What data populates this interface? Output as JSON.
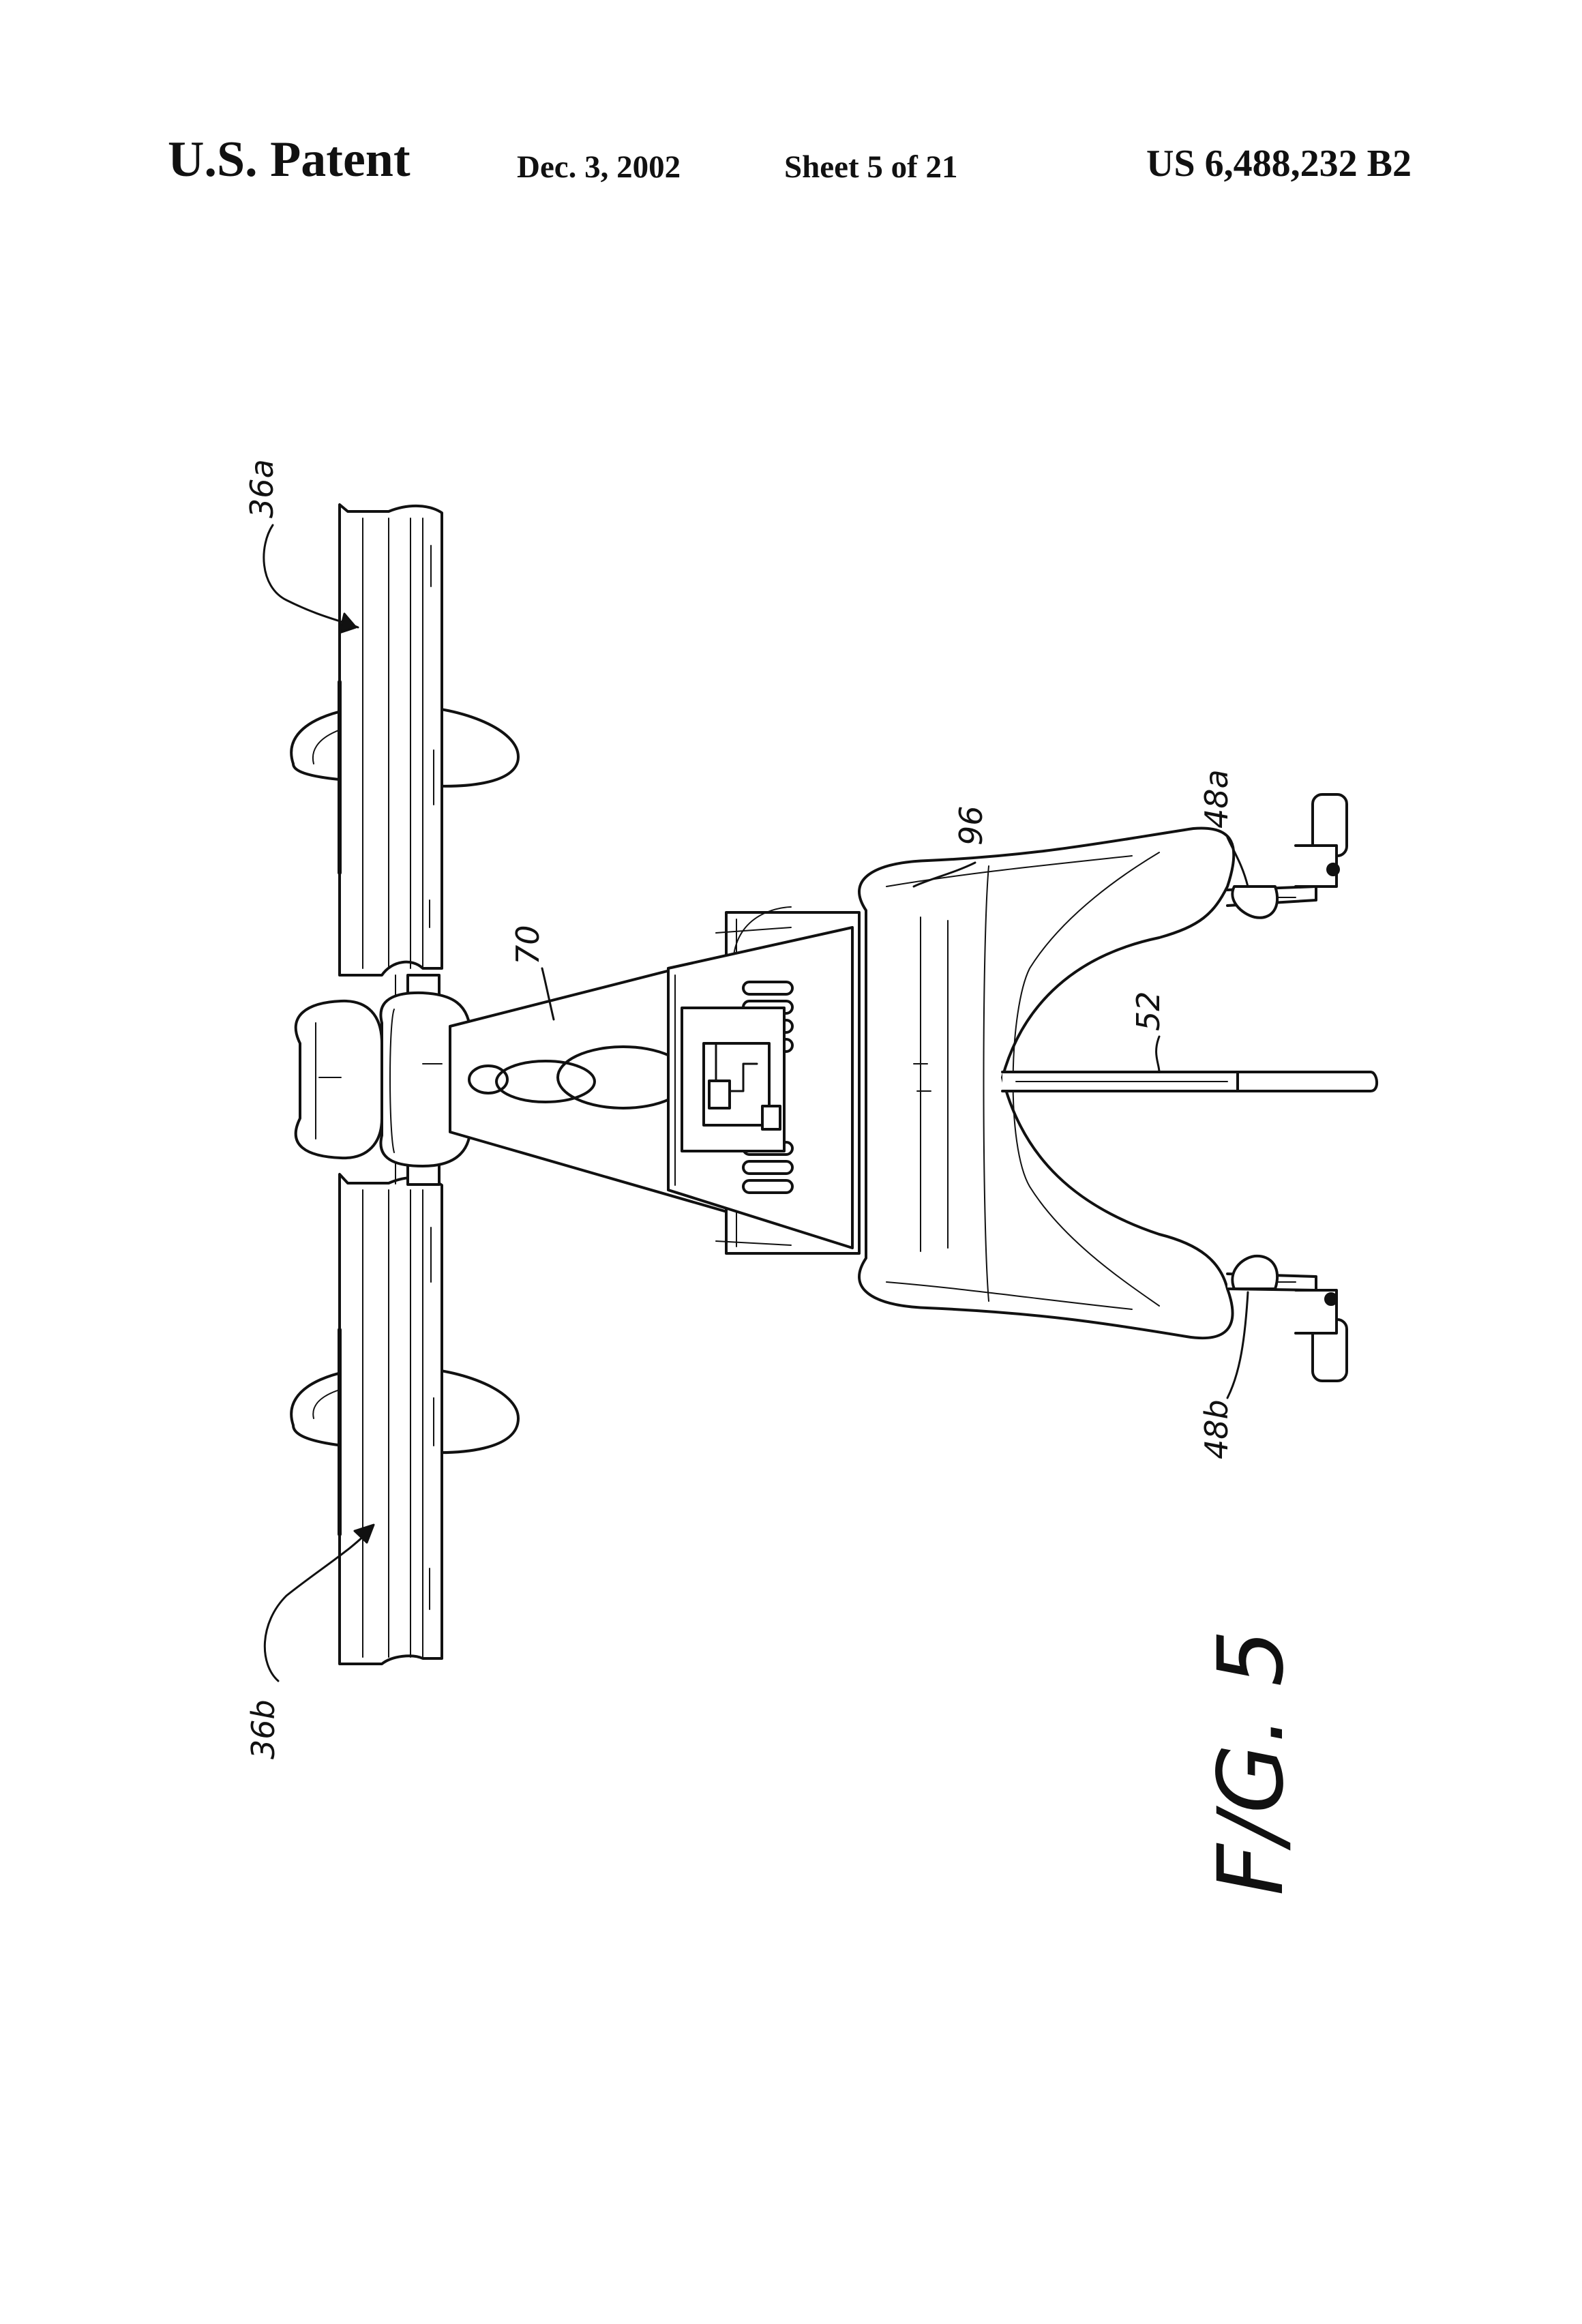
{
  "header": {
    "publisher": "U.S. Patent",
    "date": "Dec. 3, 2002",
    "sheet": "Sheet 5 of 21",
    "patent_number": "US 6,488,232 B2"
  },
  "figure": {
    "caption": "F/G. 5",
    "reference_labels": {
      "l36a": "36a",
      "l36b": "36b",
      "l70": "70",
      "l96": "96",
      "l52": "52",
      "l48a": "48a",
      "l48b": "48b"
    }
  }
}
